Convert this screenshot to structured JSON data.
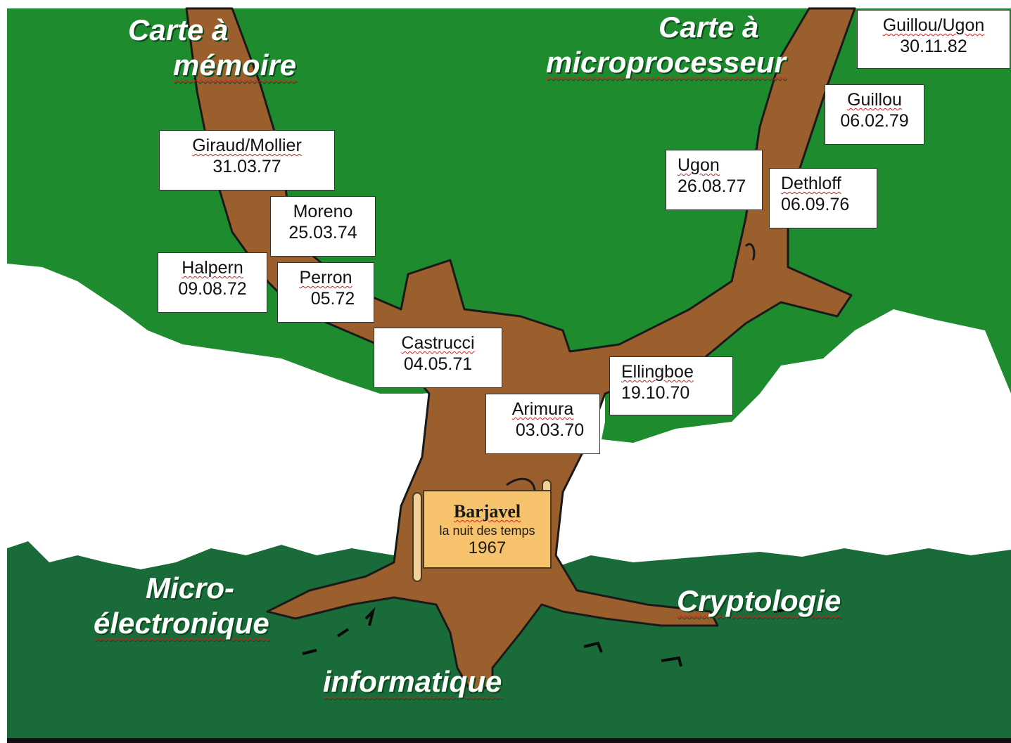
{
  "categories": {
    "carte_memoire": {
      "line1": "Carte   à",
      "line2": "mémoire"
    },
    "carte_microprocesseur": {
      "line1": "Carte   à",
      "line2": "microprocesseur"
    },
    "micro_electronique": {
      "line1": "Micro-",
      "line2": "électronique"
    },
    "cryptologie": "Cryptologie",
    "informatique": "informatique"
  },
  "origin": {
    "title": "Barjavel",
    "subtitle": "la nuit des temps",
    "year": "1967"
  },
  "inventors": [
    {
      "name": "Guillou/Ugon",
      "date": "30.11.82"
    },
    {
      "name": "Guillou",
      "date": "06.02.79"
    },
    {
      "name": "Ugon",
      "date": "26.08.77"
    },
    {
      "name": "Dethloff",
      "date": "06.09.76"
    },
    {
      "name": "Giraud/Mollier",
      "date": "31.03.77"
    },
    {
      "name": "Moreno",
      "date": "25.03.74"
    },
    {
      "name": "Halpern",
      "date": "09.08.72"
    },
    {
      "name": "Perron",
      "date": "05.72"
    },
    {
      "name": "Castrucci",
      "date": "04.05.71"
    },
    {
      "name": "Ellingboe",
      "date": "19.10.70"
    },
    {
      "name": "Arimura",
      "date": "03.03.70"
    }
  ],
  "colors": {
    "canopy": "#1e8c2e",
    "ground": "#1a6b3a",
    "trunk": "#9b5f2e",
    "outline": "#1a1a1a",
    "scroll": "#f6c36c"
  }
}
